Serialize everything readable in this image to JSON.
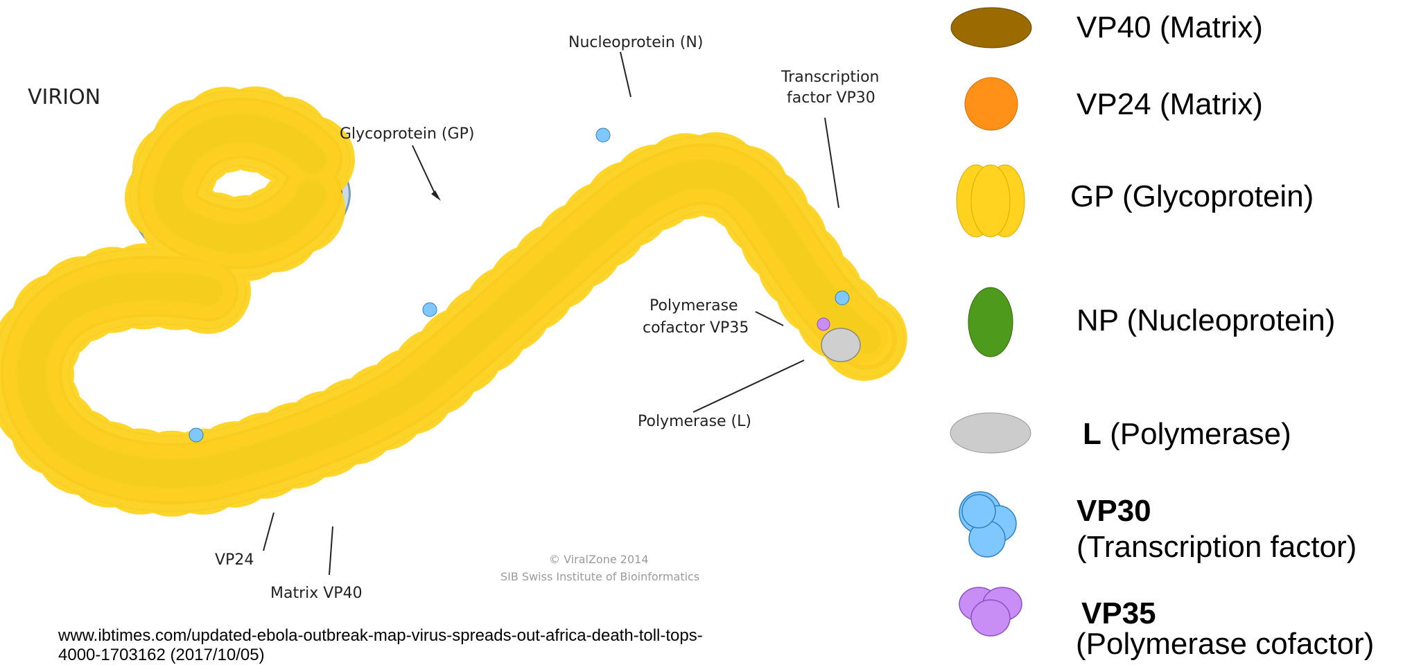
{
  "diagram": {
    "title": "VIRION",
    "labels": {
      "nucleoprotein": "Nucleoprotein (N)",
      "glycoprotein": "Glycoprotein (GP)",
      "transcription_1": "Transcription",
      "transcription_2": "factor VP30",
      "polymerase_cofactor_1": "Polymerase",
      "polymerase_cofactor_2": "cofactor VP35",
      "polymerase": "Polymerase (L)",
      "vp24": "VP24",
      "matrix": "Matrix  VP40"
    },
    "copyright_1": "© ViralZone 2014",
    "copyright_2": "SIB Swiss Institute of Bioinformatics"
  },
  "source_text": "www.ibtimes.com/updated-ebola-outbreak-map-virus-spreads-out-africa-death-toll-tops-4000-1703162 (2017/10/05)",
  "legend": [
    {
      "icon": "vp40-matrix-icon",
      "color": "#9b6a00",
      "bold": "",
      "text": "VP40 (Matrix)"
    },
    {
      "icon": "vp24-matrix-icon",
      "color": "#ff9119",
      "bold": "",
      "text": "VP24 (Matrix)"
    },
    {
      "icon": "glycoprotein-icon",
      "color": "#ffd31f",
      "bold": "",
      "text": "GP (Glycoprotein)"
    },
    {
      "icon": "nucleoprotein-icon",
      "color": "#4e9a1c",
      "bold": "",
      "text": "NP (Nucleoprotein)"
    },
    {
      "icon": "polymerase-icon",
      "color": "#cccccc",
      "bold": "L",
      "text": " (Polymerase)"
    },
    {
      "icon": "vp30-icon",
      "color": "#7ec8ff",
      "bold": "VP30",
      "text": "(Transcription factor)"
    },
    {
      "icon": "vp35-icon",
      "color": "#c88ef5",
      "bold": "VP35",
      "text": "(Polymerase cofactor)"
    }
  ],
  "colors": {
    "envelope": "#c7dbe8",
    "envelope_edge": "#7a9cb3",
    "core": "#ecc8a6",
    "vp40": "#8a5a26",
    "vp24": "#ff9119",
    "np": "#4e9a1c",
    "gp": "#ffd31f",
    "vp30": "#7ec8ff",
    "vp35": "#c88ef5",
    "polymerase": "#cfcfcf"
  }
}
